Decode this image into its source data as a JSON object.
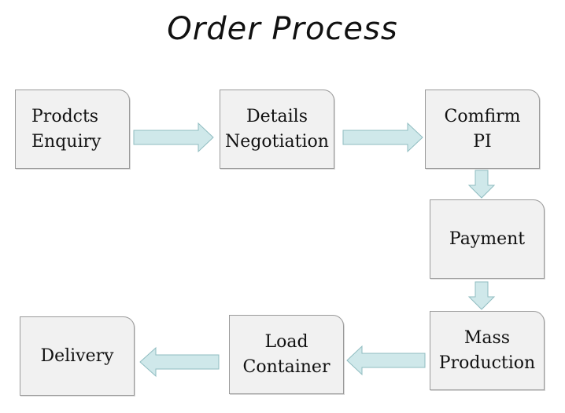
{
  "title": "Order Process",
  "steps": [
    {
      "lines": [
        "Prodcts",
        "Enquiry"
      ]
    },
    {
      "lines": [
        "Details",
        "Negotiation"
      ]
    },
    {
      "lines": [
        "Comfirm",
        "PI"
      ]
    },
    {
      "lines": [
        "Payment"
      ]
    },
    {
      "lines": [
        "Mass",
        "Production"
      ]
    },
    {
      "lines": [
        "Load",
        "Container"
      ]
    },
    {
      "lines": [
        "Delivery"
      ]
    }
  ],
  "colors": {
    "box_fill": "#f1f1f1",
    "box_border": "#9a9a9a",
    "arrow_fill": "#cfe8ea",
    "arrow_stroke": "#8fbcc0"
  }
}
